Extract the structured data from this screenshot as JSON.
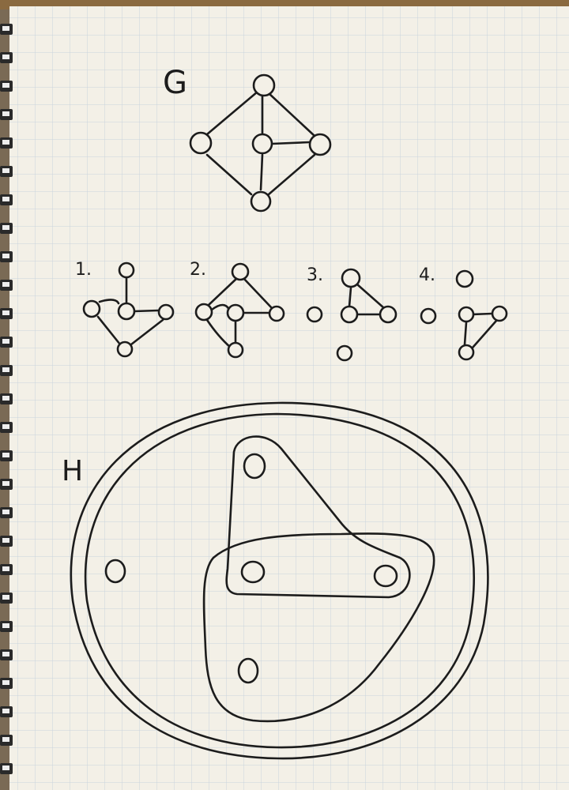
{
  "notebook": {
    "paper_color": "#f3f0e7",
    "grid_color": "#c9d3dc",
    "ink_color": "#1c1c1c",
    "binding": "spiral-binding-left"
  },
  "graph_g": {
    "label": "G",
    "nodes": [
      "top",
      "left",
      "center",
      "right",
      "bottom"
    ],
    "edges": [
      [
        "top",
        "left"
      ],
      [
        "top",
        "right"
      ],
      [
        "top",
        "center"
      ],
      [
        "center",
        "right"
      ],
      [
        "center",
        "bottom"
      ],
      [
        "left",
        "bottom"
      ],
      [
        "right",
        "bottom"
      ]
    ]
  },
  "subgraphs": [
    {
      "label": "1."
    },
    {
      "label": "2."
    },
    {
      "label": "3."
    },
    {
      "label": "4."
    }
  ],
  "hypergraph_h": {
    "label": "H",
    "vertex_count": 5
  }
}
